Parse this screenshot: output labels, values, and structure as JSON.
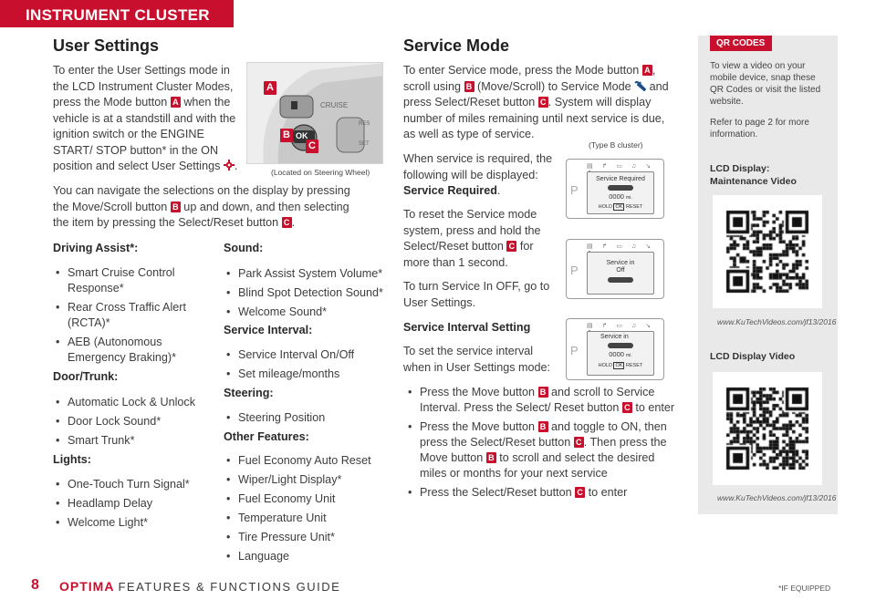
{
  "header": {
    "section": "INSTRUMENT CLUSTER"
  },
  "user_settings": {
    "title": "User Settings",
    "intro": [
      {
        "t": "To enter the User Settings mode in the LCD Instrument Cluster Modes, press the Mode button "
      },
      {
        "b": "A"
      },
      {
        "t": " when the vehicle is at a standstill and with the ignition switch or the ENGINE START/ STOP button* in the ON position and select User Settings "
      },
      {
        "i": "gear"
      },
      {
        "t": "."
      }
    ],
    "navigate": [
      {
        "t": "You can navigate the selections on the display by pressing the Move/Scroll button "
      },
      {
        "b": "B"
      },
      {
        "t": " up and down, and then selecting the item by pressing the Select/Reset button "
      },
      {
        "b": "C"
      },
      {
        "t": "."
      }
    ],
    "wheel_caption": "(Located on Steering Wheel)",
    "wheel_labels": {
      "a": "A",
      "b": "B",
      "c": "C",
      "ok": "OK",
      "cruise": "CRUISE",
      "res": "RES",
      "set": "SET"
    },
    "driving_assist": {
      "heading": "Driving Assist*:",
      "items": [
        "Smart Cruise Control Response*",
        "Rear Cross Traffic Alert (RCTA)*",
        "AEB (Autonomous Emergency Braking)*"
      ]
    },
    "door_trunk": {
      "heading": "Door/Trunk:",
      "items": [
        "Automatic Lock & Unlock",
        "Door Lock Sound*",
        "Smart Trunk*"
      ]
    },
    "lights": {
      "heading": "Lights:",
      "items": [
        "One-Touch Turn Signal*",
        "Headlamp Delay",
        "Welcome Light*"
      ]
    },
    "sound": {
      "heading": "Sound:",
      "items": [
        "Park Assist System Volume*",
        "Blind Spot Detection Sound*",
        "Welcome Sound*"
      ]
    },
    "service_interval": {
      "heading": "Service Interval:",
      "items": [
        "Service Interval On/Off",
        "Set mileage/months"
      ]
    },
    "steering": {
      "heading": "Steering:",
      "items": [
        "Steering Position"
      ]
    },
    "other": {
      "heading": "Other Features:",
      "items": [
        "Fuel Economy Auto Reset",
        "Wiper/Light Display*",
        "Fuel Economy Unit",
        "Temperature Unit",
        "Tire Pressure Unit*",
        "Language"
      ]
    }
  },
  "service_mode": {
    "title": "Service Mode",
    "intro": [
      {
        "t": "To enter Service mode, press the Mode button "
      },
      {
        "b": "A"
      },
      {
        "t": ", scroll using "
      },
      {
        "b": "B"
      },
      {
        "t": " (Move/Scroll) to Service Mode "
      },
      {
        "i": "wrench"
      },
      {
        "t": " and press Select/Reset button "
      },
      {
        "b": "C"
      },
      {
        "t": ". System will display number of miles remaining until next service is due, as well as type of service."
      }
    ],
    "type_caption": "(Type B cluster)",
    "when_required": "When service is required, the following will be displayed:",
    "required_label": "Service Required",
    "reset": [
      {
        "t": "To reset the Service mode system, press and hold the Select/Reset button "
      },
      {
        "b": "C"
      },
      {
        "t": " for more than 1 second."
      }
    ],
    "turn_off": "To turn Service In OFF, go to User Settings.",
    "interval_heading": "Service Interval Setting",
    "interval_intro": "To set the service interval when in User Settings mode:",
    "steps": [
      [
        {
          "t": "Press the Move button "
        },
        {
          "b": "B"
        },
        {
          "t": " and scroll to Service Interval. Press the Select/ Reset button "
        },
        {
          "b": "C"
        },
        {
          "t": " to enter"
        }
      ],
      [
        {
          "t": "Press the Move button "
        },
        {
          "b": "B"
        },
        {
          "t": " and toggle to ON, then press the Select/Reset button "
        },
        {
          "b": "C"
        },
        {
          "t": ". Then press the Move button "
        },
        {
          "b": "B"
        },
        {
          "t": " to scroll and select the desired miles or months for your next service"
        }
      ],
      [
        {
          "t": "Press the Select/Reset button "
        },
        {
          "b": "C"
        },
        {
          "t": " to enter"
        }
      ]
    ],
    "lcd": {
      "p": "P",
      "icons": "▤ ↱ ▭ ♫ ↘ ✿",
      "screen1": {
        "title": "Service Required",
        "value": "0000",
        "unit": "mi.",
        "hold": "HOLD",
        "ok": "OK",
        "reset": "RESET"
      },
      "screen2": {
        "line1": "Service in",
        "line2": "Off"
      },
      "screen3": {
        "title": "Service in",
        "value": "0000",
        "unit": "mi.",
        "hold": "HOLD",
        "ok": "OK",
        "reset": "RESET"
      }
    }
  },
  "sidebar": {
    "tab": "QR CODES",
    "text1": "To view a video on your mobile device, snap these QR Codes or visit the listed website.",
    "text2": "Refer to page 2 for more information.",
    "video1": {
      "heading1": "LCD Display:",
      "heading2": "Maintenance Video",
      "url": "www.KuTechVideos.com/jf13/2016"
    },
    "video2": {
      "heading": "LCD Display Video",
      "url": "www.KuTechVideos.com/jf13/2016"
    }
  },
  "footer": {
    "page": "8",
    "brand": "OPTIMA",
    "guide": "FEATURES & FUNCTIONS GUIDE",
    "note": "*IF EQUIPPED"
  }
}
